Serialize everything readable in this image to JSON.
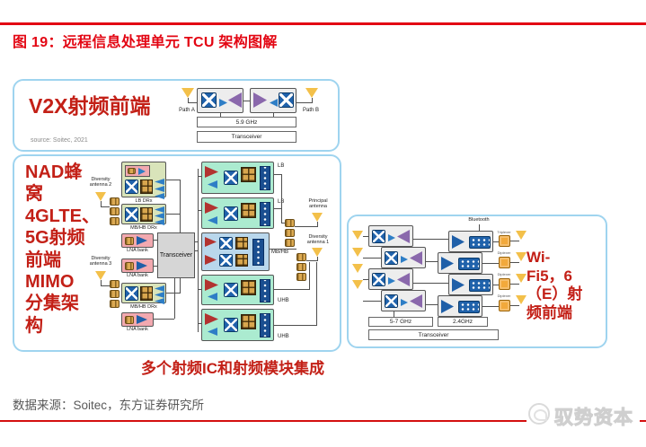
{
  "header": {
    "title": "图 19：远程信息处理单元 TCU 架构图解"
  },
  "footer": {
    "caption": "多个射频IC和射频模块集成",
    "source": "数据来源：Soitec，东方证券研究所",
    "watermark": "驭势资本"
  },
  "v2x": {
    "label": "V2X射频前端",
    "source": "source: Soitec, 2021",
    "path_a": "Path A",
    "path_b": "Path B",
    "freq": "5.9 GHz",
    "transceiver": "Transceiver"
  },
  "cellular": {
    "label": "NAD蜂窝4GLTE、5G射频前端MIMO分集架构",
    "ant2": "Diversity antenna 2",
    "ant3": "Diversity antenna 3",
    "principal": "Principal antenna",
    "ant1": "Diversity antenna 1",
    "transceiver": "Transceiver",
    "left_modules": [
      "LB DRx",
      "MB/HB DRx",
      "LNA bank",
      "LNA bank",
      "MB/HB DRx",
      "LNA bank"
    ],
    "right_modules": [
      "LB",
      "LB",
      "MB/HB",
      "UHB",
      "UHB"
    ]
  },
  "wifi": {
    "label": "Wi-Fi5，6（E）射频前端",
    "bluetooth": "Bluetooth",
    "plexers": [
      "Triplexer",
      "Diplexer",
      "Diplexer",
      "Diplexer"
    ],
    "freq_5g": "5-7 GHz",
    "freq_24g": "2.4GHz",
    "transceiver": "Transceiver"
  },
  "colors": {
    "accent_red": "#e30613",
    "diagram_red": "#c32017",
    "panel_border": "#9fd4ef",
    "antenna_yellow": "#f3c04a",
    "switch_blue": "#2062ab"
  }
}
